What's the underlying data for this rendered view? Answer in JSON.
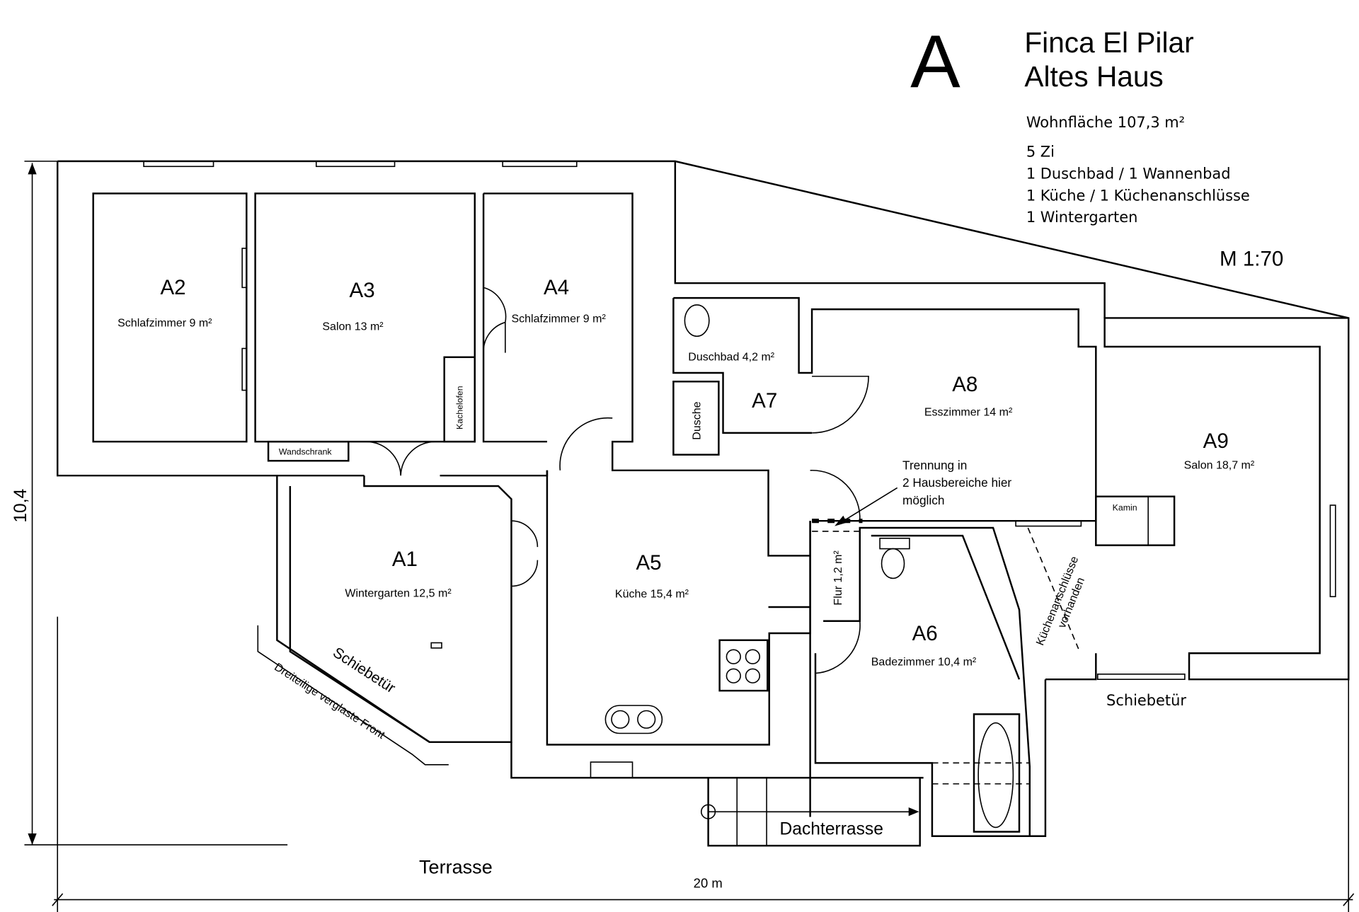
{
  "header": {
    "letter": "A",
    "title_line1": "Finca El Pilar",
    "title_line2": "Altes Haus",
    "area": "Wohnfläche 107,3 m²",
    "features": [
      "5 Zi",
      "1 Duschbad / 1 Wannenbad",
      "1 Küche / 1 Küchenanschlüsse",
      "1 Wintergarten"
    ],
    "scale": "M  1:70"
  },
  "rooms": [
    {
      "code": "A1",
      "name": "Wintergarten 12,5 m²"
    },
    {
      "code": "A2",
      "name": "Schlafzimmer 9 m²"
    },
    {
      "code": "A3",
      "name": "Salon 13 m²"
    },
    {
      "code": "A4",
      "name": "Schlafzimmer 9 m²"
    },
    {
      "code": "A5",
      "name": "Küche 15,4 m²"
    },
    {
      "code": "A6",
      "name": "Badezimmer 10,4 m²"
    },
    {
      "code": "A7",
      "name": "Duschbad 4,2 m²"
    },
    {
      "code": "A8",
      "name": "Esszimmer 14 m²"
    },
    {
      "code": "A9",
      "name": "Salon 18,7 m²"
    }
  ],
  "labels": {
    "flur": "Flur 1,2 m²",
    "dusche": "Dusche",
    "kachelofen": "Kachelofen",
    "wandschrank": "Wandschrank",
    "kamin": "Kamin",
    "schiebetuer_a1": "Schiebetür",
    "front": "Dreiteilige verglaste Front",
    "schiebetuer_a9": "Schiebetür",
    "kuechen1": "Küchenanschlüsse",
    "kuechen2": "vorhanden",
    "trennung": [
      "Trennung in",
      "2 Hausbereiche hier",
      "möglich"
    ],
    "dachterrasse": "Dachterrasse",
    "terrasse": "Terrasse"
  },
  "dimensions": {
    "height": "10,4",
    "width": "20 m"
  }
}
